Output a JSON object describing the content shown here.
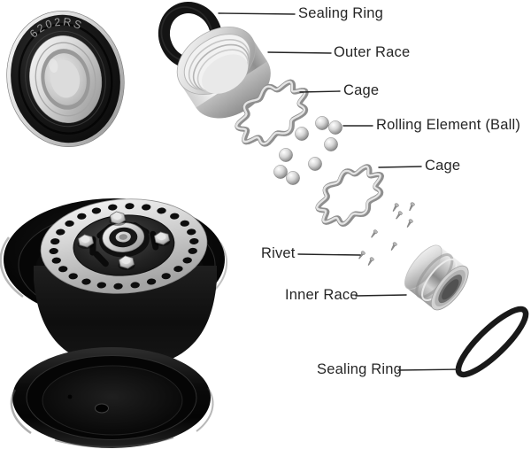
{
  "figure": {
    "bearing_stamp": "6202RS",
    "callouts": [
      {
        "label": "Sealing Ring"
      },
      {
        "label": "Outer Race"
      },
      {
        "label": "Cage"
      },
      {
        "label": "Rolling Element (Ball)"
      },
      {
        "label": "Cage"
      },
      {
        "label": "Rivet"
      },
      {
        "label": "Inner Race"
      },
      {
        "label": "Sealing Ring"
      }
    ],
    "colors": {
      "background": "#ffffff",
      "label_text": "#262626",
      "callout_line": "#232323",
      "metal_highlight": "#f6f6f6",
      "metal_shadow": "#8c8c8c",
      "rubber_black": "#141414"
    }
  }
}
